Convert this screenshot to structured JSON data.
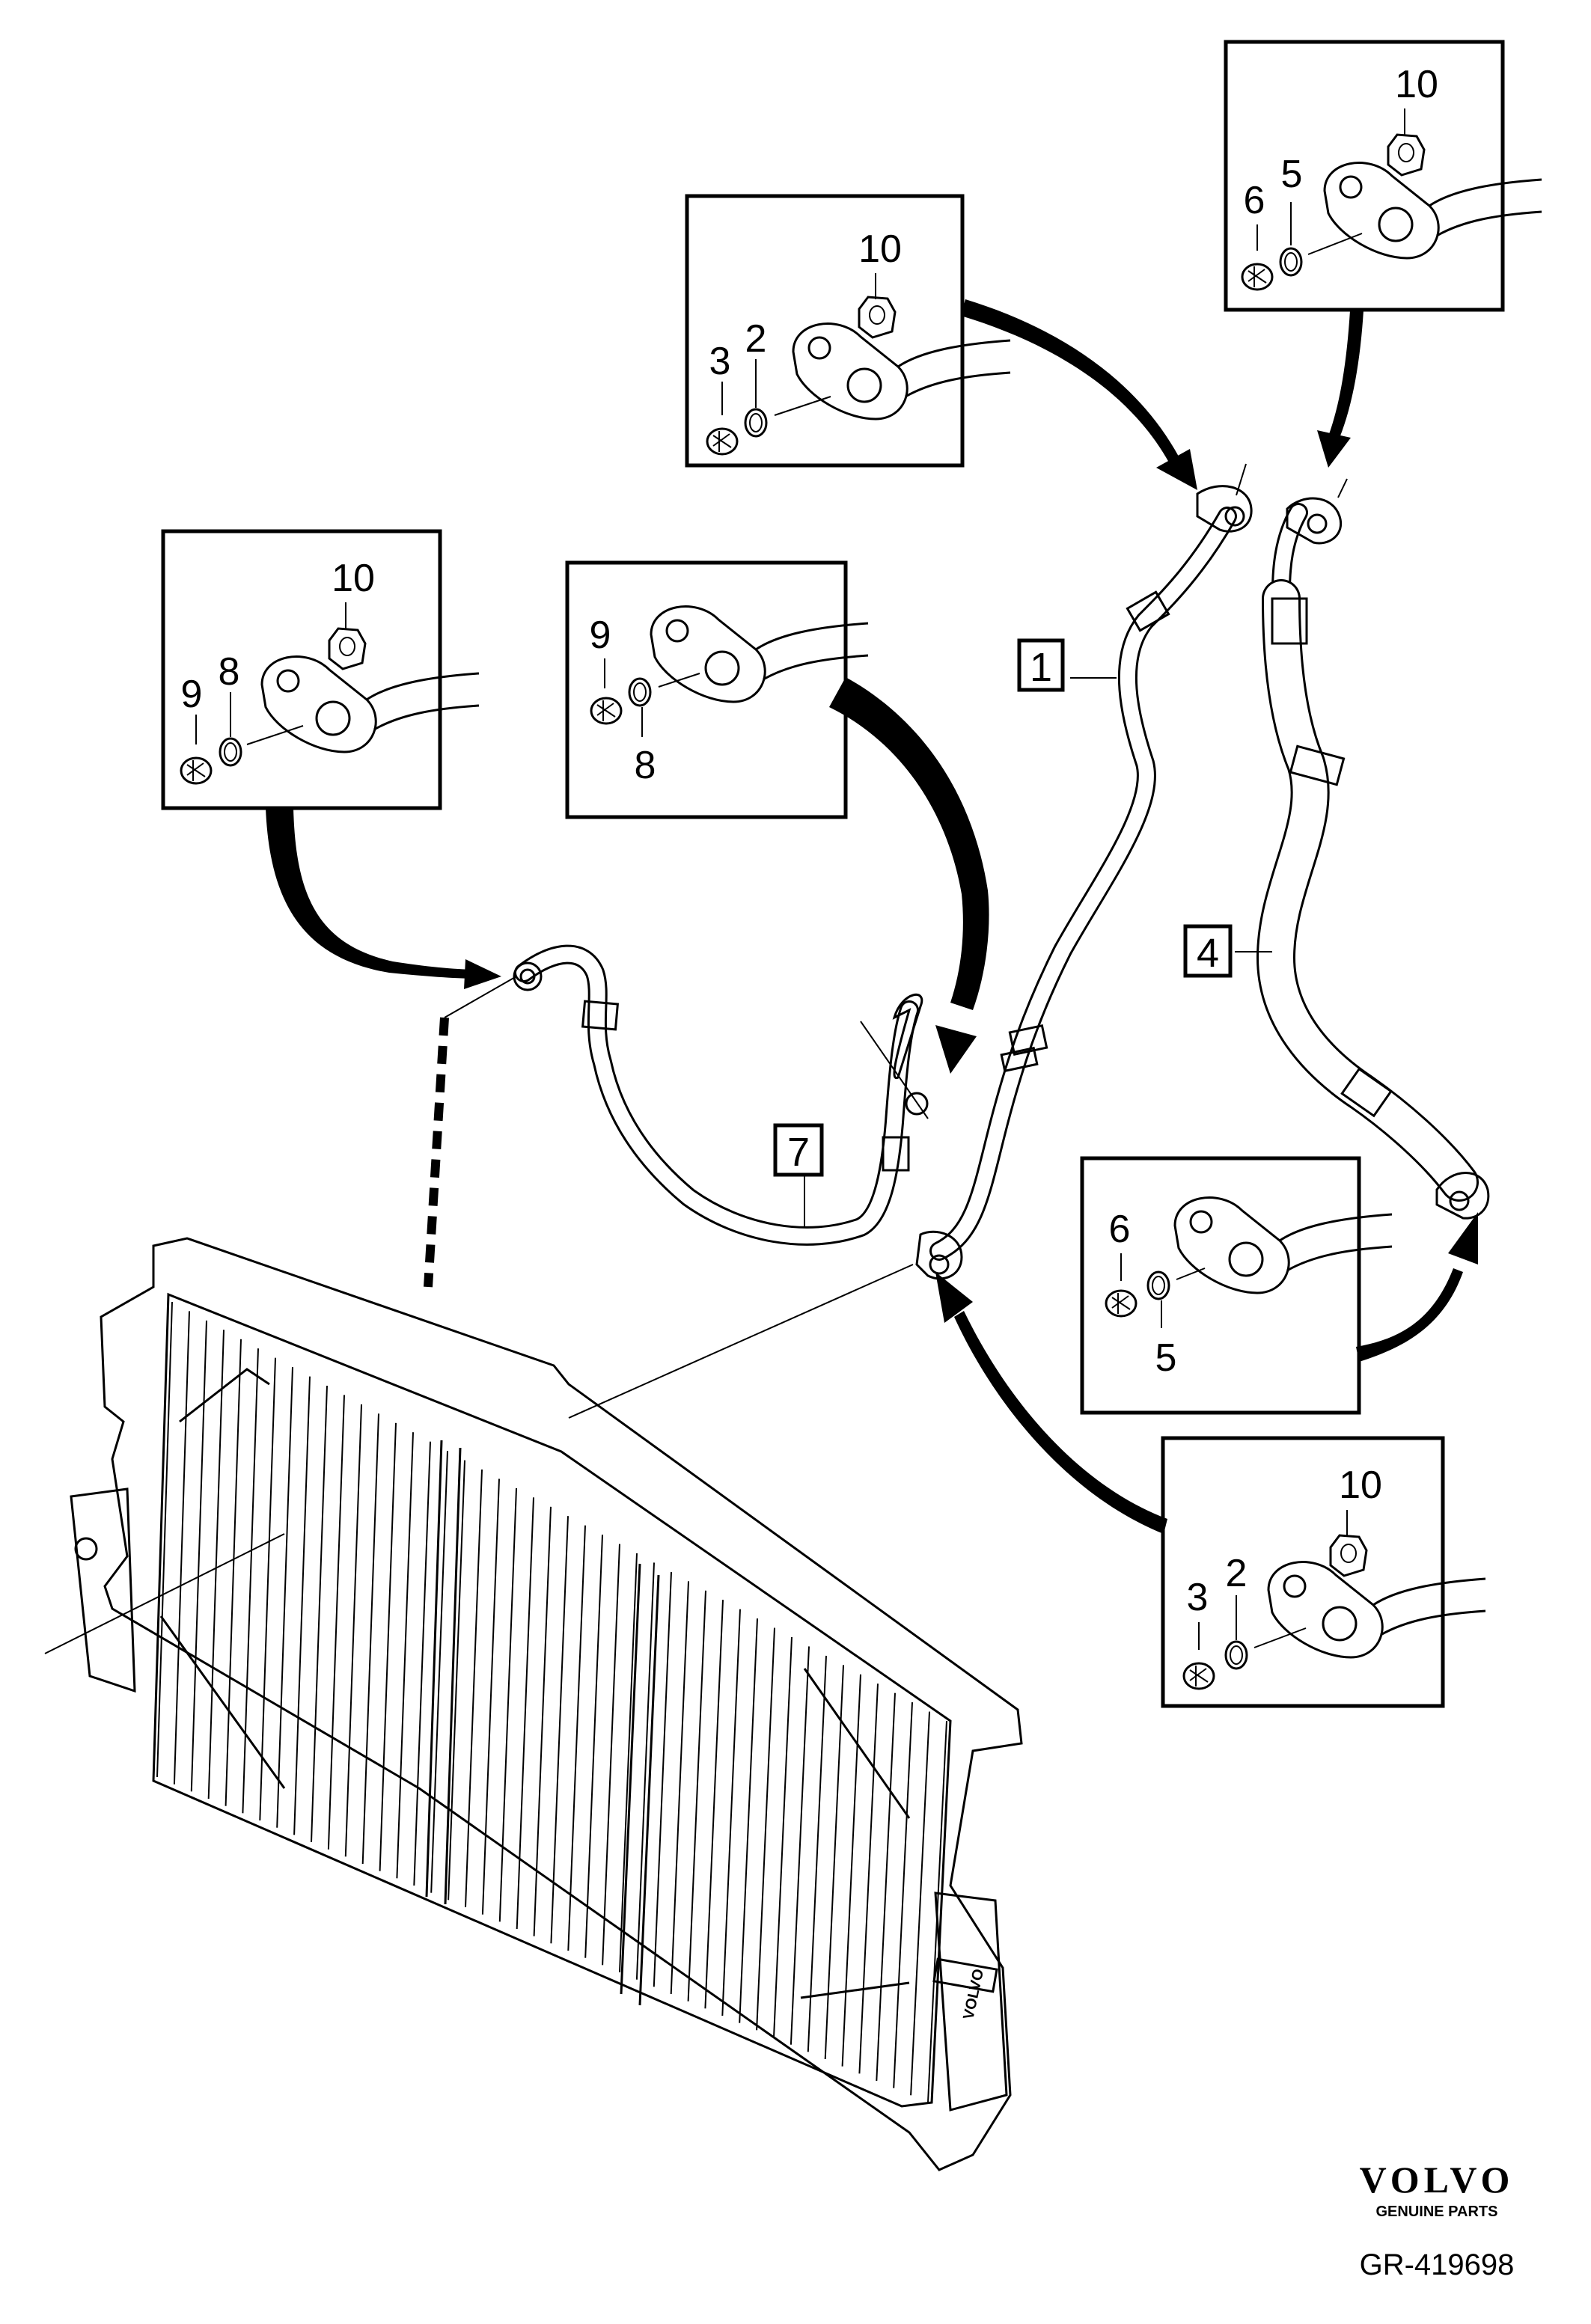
{
  "figure": {
    "reference": "GR-419698",
    "brand": {
      "name": "VOLVO",
      "tagline": "GENUINE PARTS"
    }
  },
  "callouts": {
    "pipe_1": "1",
    "hose_4": "4",
    "pipe_7": "7"
  },
  "detail_top_center": {
    "nut": "10",
    "seal": "2",
    "bolt": "3"
  },
  "detail_top_right": {
    "nut": "10",
    "seal": "5",
    "bolt": "6"
  },
  "detail_left": {
    "nut": "10",
    "seal": "8",
    "bolt": "9"
  },
  "detail_center": {
    "bolt": "9",
    "seal": "8"
  },
  "detail_mid_right": {
    "bolt": "6",
    "seal": "5"
  },
  "detail_bottom_right": {
    "nut": "10",
    "seal": "2",
    "bolt": "3"
  }
}
